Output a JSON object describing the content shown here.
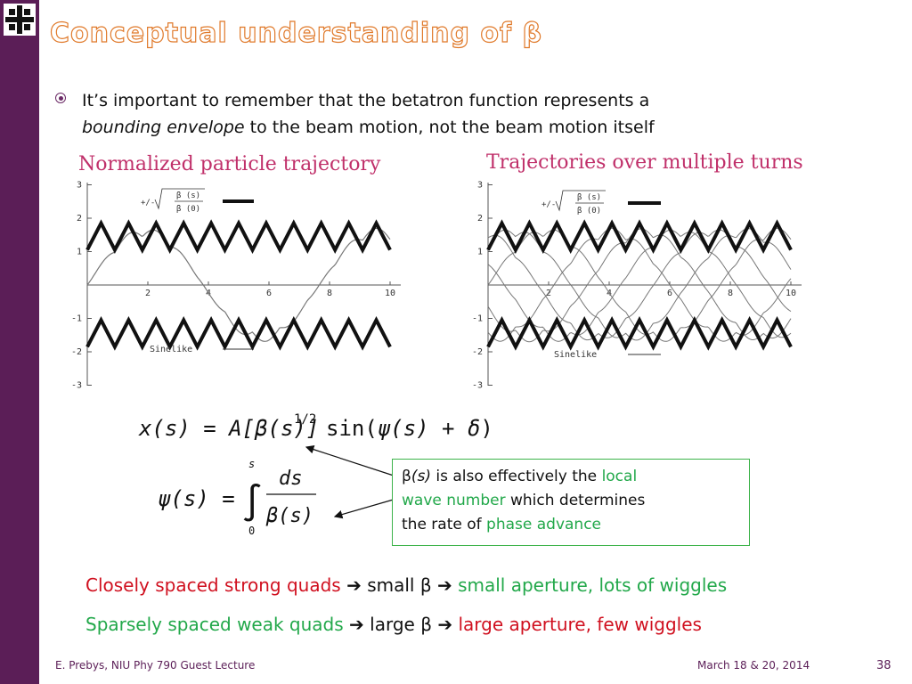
{
  "slide": {
    "title": "Conceptual understanding of β",
    "bullet_prefix": "It’s important to remember that the betatron function represents a",
    "bullet_em": "bounding envelope",
    "bullet_suffix": " to the beam motion, not the beam motion itself",
    "left_panel_title": "Normalized particle trajectory",
    "right_panel_title": "Trajectories over multiple turns",
    "plot_y_ticks": [
      "3",
      "2",
      "1",
      "-1",
      "-2",
      "-3"
    ],
    "plot_x_ticks": [
      "2",
      "4",
      "6",
      "8",
      "10"
    ],
    "legend_pm": "+/-",
    "legend_num": "β (s)",
    "legend_den": "β (0)",
    "legend_sinelike": "Sinelike",
    "callout": {
      "beta": "β",
      "s": "(s)",
      "t1": " is also effectively the ",
      "local": "local",
      "wave": "wave number",
      "t2": "  which determines",
      "t3": "the rate of ",
      "phase": "phase advance"
    },
    "line1": {
      "a": "Closely spaced strong quads",
      "b": " small β ",
      "c": " small aperture, lots of wiggles"
    },
    "line2": {
      "a": "Sparsely spaced weak quads",
      "b": " large β ",
      "c": "  large aperture, few wiggles"
    },
    "arrow_glyph": "➔",
    "footer_left": "E. Prebys, NIU Phy 790 Guest Lecture",
    "footer_date": "March 18 & 20, 2014",
    "page_number": "38"
  },
  "colors": {
    "sidebar": "#5b1e57",
    "title_outline": "#e07a2b",
    "panel_title": "#c0306a",
    "green": "#22a84a",
    "red": "#d0101f"
  }
}
